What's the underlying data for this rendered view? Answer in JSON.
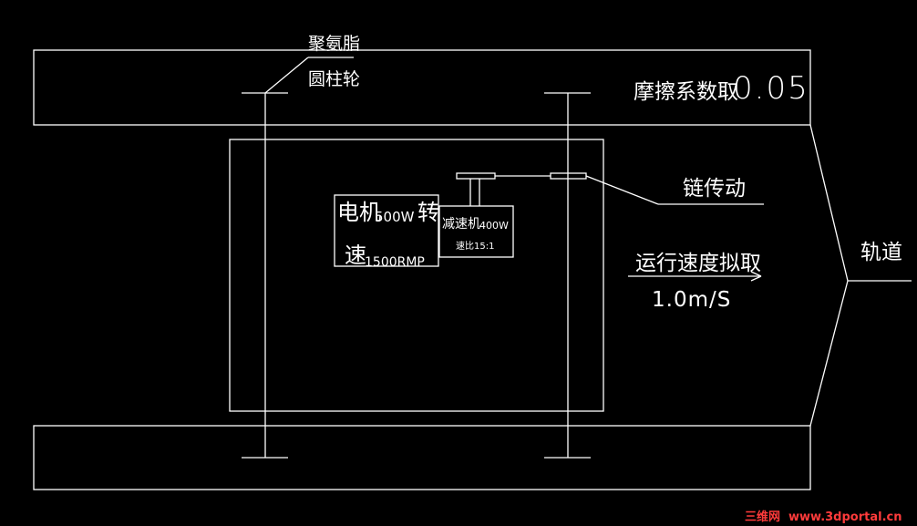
{
  "annotations": {
    "wheel_material_line1": "聚氨脂",
    "wheel_material_line2": "圆柱轮",
    "friction_label": "摩擦系数取",
    "friction_value": "0.05",
    "chain_drive": "链传动",
    "track": "轨道",
    "speed_label": "运行速度拟取",
    "speed_value": "1.0m/S"
  },
  "motor": {
    "name_prefix": "电机",
    "power": "500W",
    "name_suffix": "转",
    "speed_prefix": "速",
    "speed": "1500RMP"
  },
  "reducer": {
    "name": "减速机",
    "power": "400W",
    "ratio": "速比15:1"
  },
  "watermark": {
    "brand": "三维网",
    "url": "www.3dportal.cn"
  },
  "colors": {
    "background": "#000000",
    "lines": "#ffffff",
    "watermark": "#ff3b3b"
  }
}
